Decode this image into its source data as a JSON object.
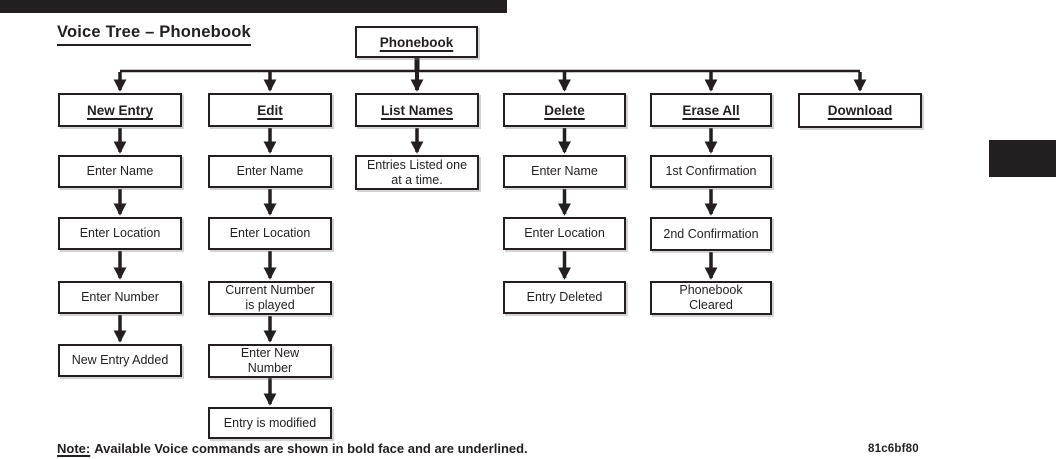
{
  "page": {
    "title": "Voice Tree – Phonebook",
    "note": {
      "label": "Note:",
      "text": "Available Voice commands are shown in bold face and are underlined."
    },
    "figure_code": "81c6bf80"
  },
  "tree": {
    "root": "Phonebook",
    "branches": [
      {
        "label": "New Entry",
        "steps": [
          "Enter Name",
          "Enter Location",
          "Enter Number",
          "New Entry Added"
        ]
      },
      {
        "label": "Edit",
        "steps": [
          "Enter Name",
          "Enter Location",
          "Current Number\nis played",
          "Enter New\nNumber",
          "Entry is modified"
        ]
      },
      {
        "label": "List Names",
        "steps": [
          "Entries Listed one\nat a time."
        ]
      },
      {
        "label": "Delete",
        "steps": [
          "Enter Name",
          "Enter Location",
          "Entry Deleted"
        ]
      },
      {
        "label": "Erase All",
        "steps": [
          "1st Confirmation",
          "2nd Confirmation",
          "Phonebook\nCleared"
        ]
      },
      {
        "label": "Download",
        "steps": []
      }
    ]
  }
}
